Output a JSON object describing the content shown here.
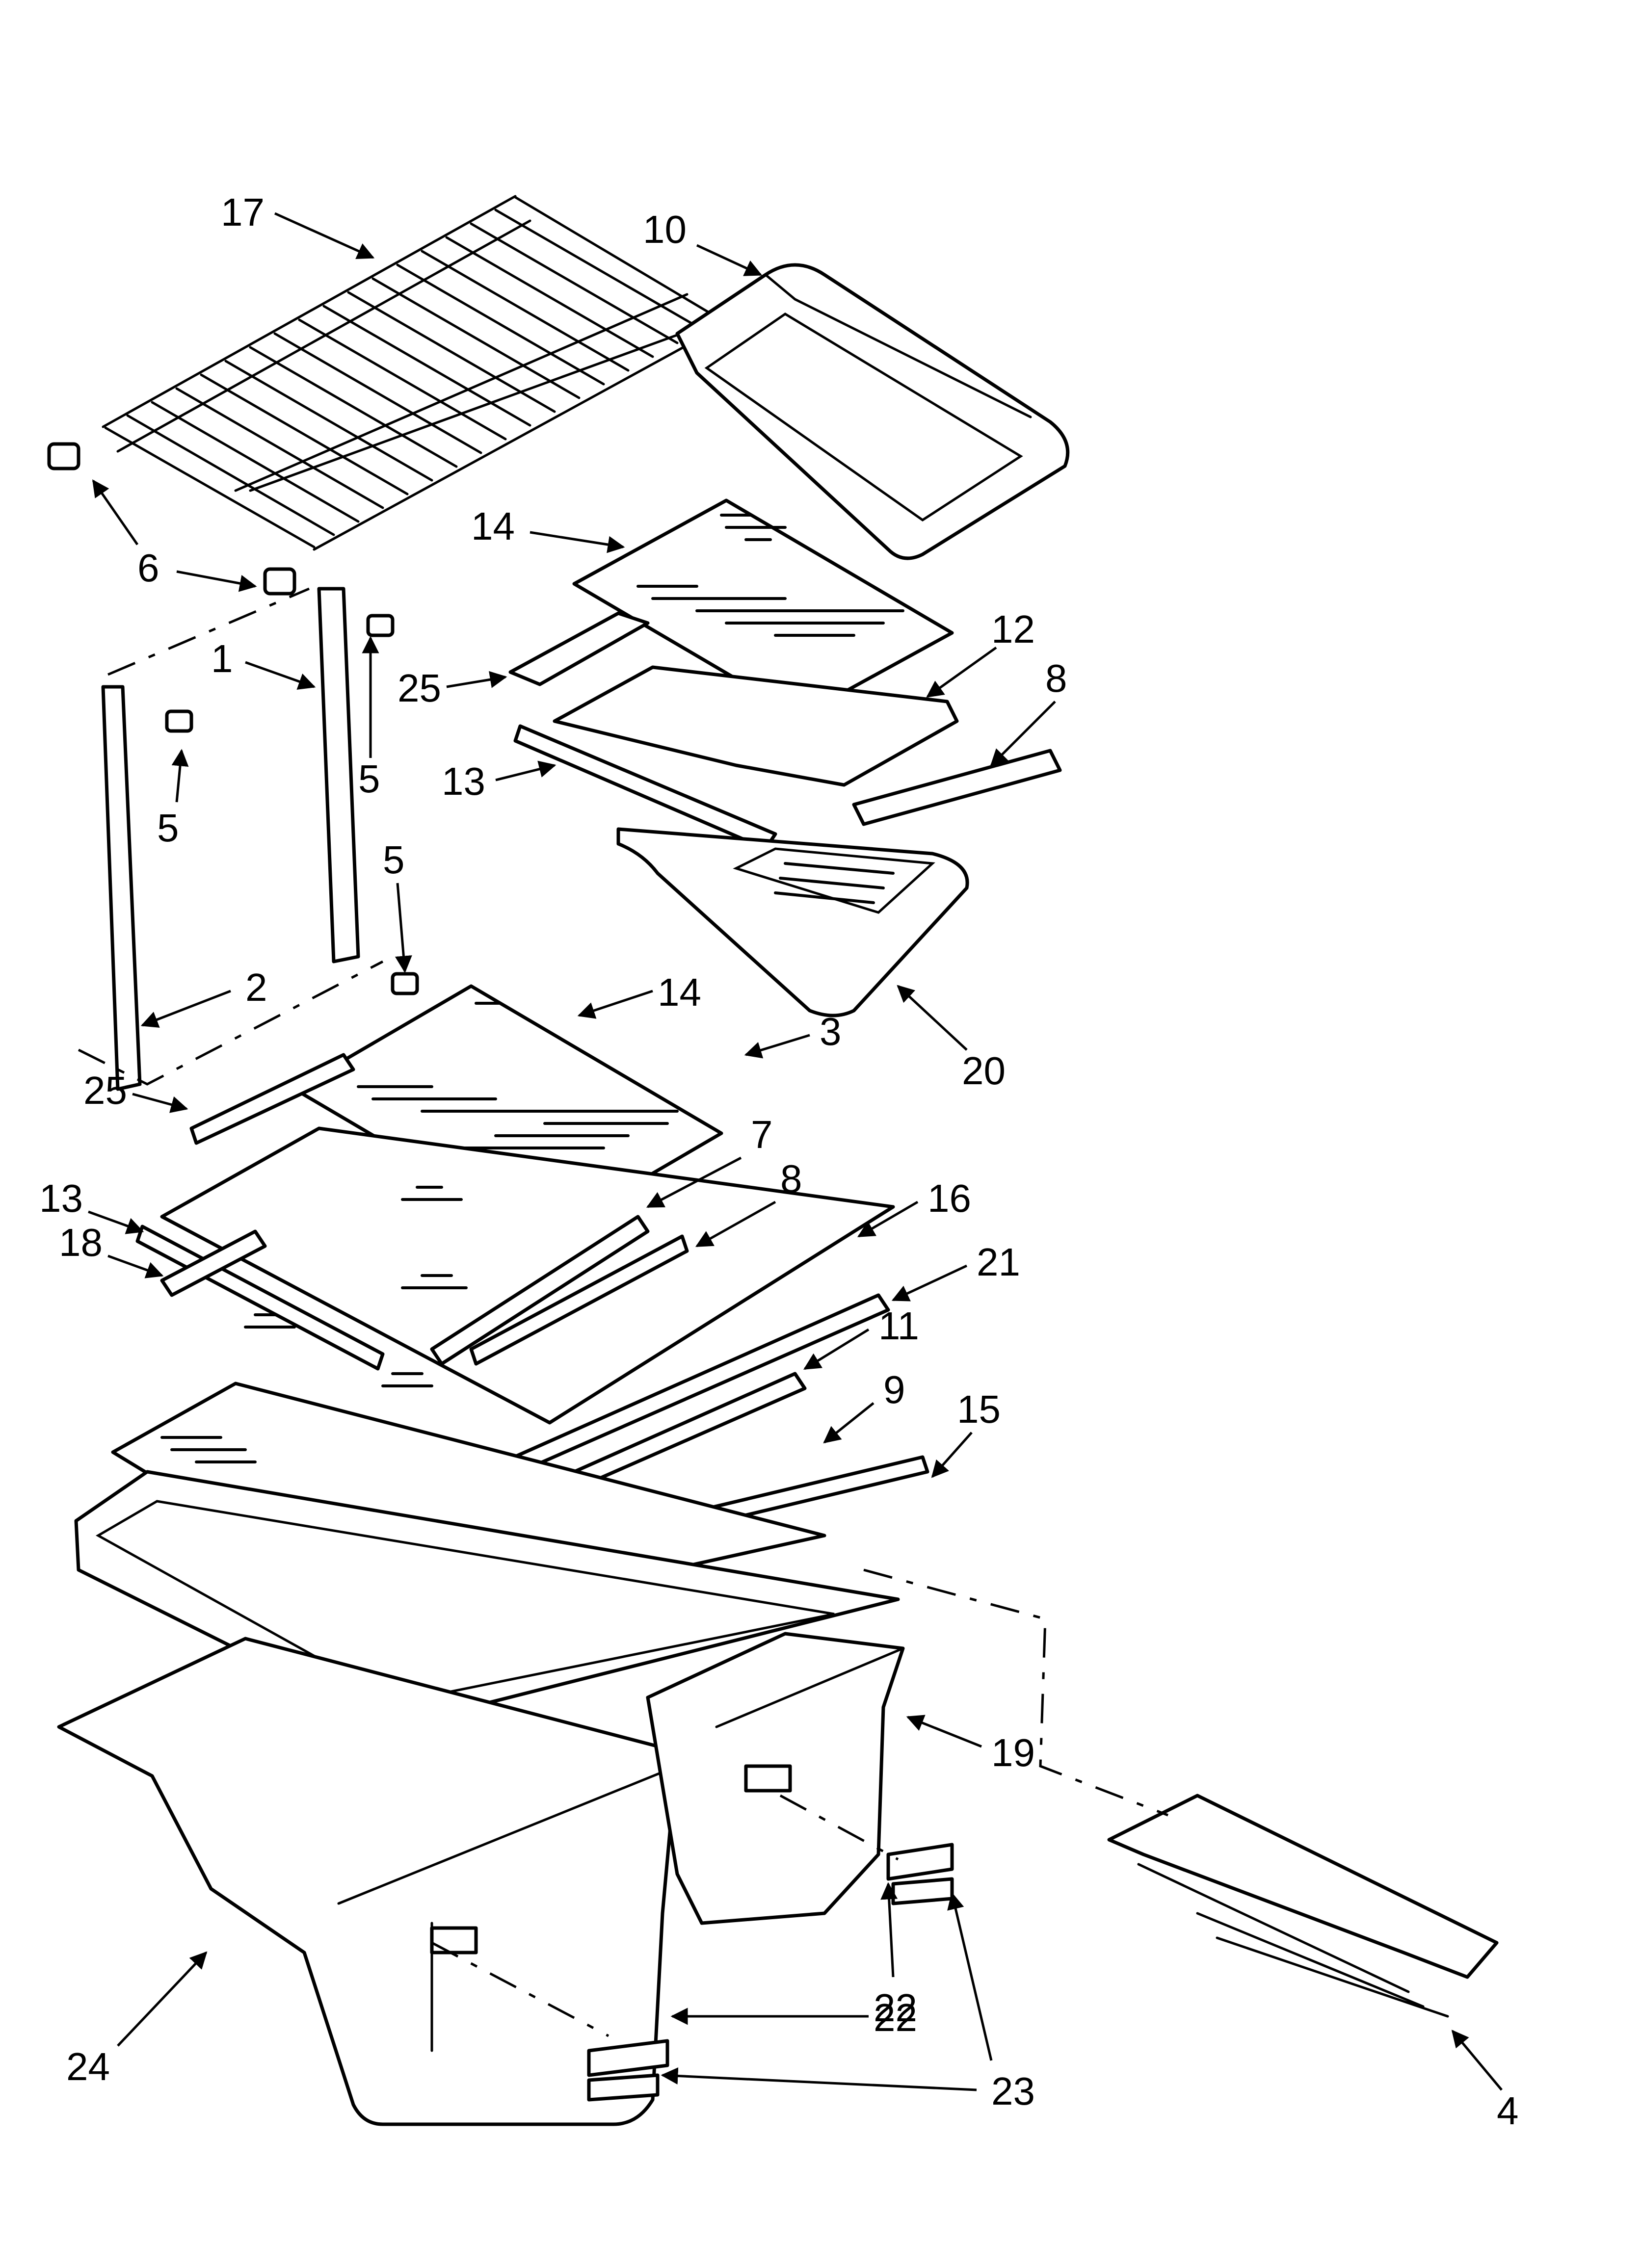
{
  "diagram": {
    "callouts": [
      {
        "id": "c17",
        "label": "17"
      },
      {
        "id": "c10",
        "label": "10"
      },
      {
        "id": "c6",
        "label": "6"
      },
      {
        "id": "c14a",
        "label": "14"
      },
      {
        "id": "c1",
        "label": "1"
      },
      {
        "id": "c25a",
        "label": "25"
      },
      {
        "id": "c12",
        "label": "12"
      },
      {
        "id": "c8a",
        "label": "8"
      },
      {
        "id": "c5a",
        "label": "5"
      },
      {
        "id": "c5b",
        "label": "5"
      },
      {
        "id": "c13a",
        "label": "13"
      },
      {
        "id": "c5c",
        "label": "5"
      },
      {
        "id": "c2",
        "label": "2"
      },
      {
        "id": "c14b",
        "label": "14"
      },
      {
        "id": "c3",
        "label": "3"
      },
      {
        "id": "c20",
        "label": "20"
      },
      {
        "id": "c25b",
        "label": "25"
      },
      {
        "id": "c7",
        "label": "7"
      },
      {
        "id": "c8b",
        "label": "8"
      },
      {
        "id": "c13b",
        "label": "13"
      },
      {
        "id": "c16",
        "label": "16"
      },
      {
        "id": "c18",
        "label": "18"
      },
      {
        "id": "c21",
        "label": "21"
      },
      {
        "id": "c11",
        "label": "11"
      },
      {
        "id": "c9",
        "label": "9"
      },
      {
        "id": "c15",
        "label": "15"
      },
      {
        "id": "c19",
        "label": "19"
      },
      {
        "id": "c22a",
        "label": "22"
      },
      {
        "id": "c22b",
        "label": "22"
      },
      {
        "id": "c24",
        "label": "24"
      },
      {
        "id": "c23",
        "label": "23"
      },
      {
        "id": "c4",
        "label": "4"
      }
    ]
  }
}
